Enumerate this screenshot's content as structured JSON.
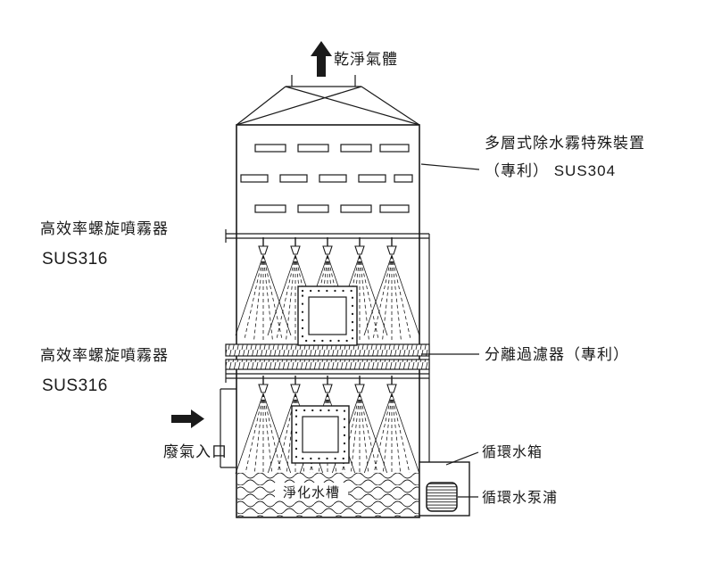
{
  "labels": {
    "clean_gas": "乾淨氣體",
    "demister_line1": "多層式除水霧特殊裝置",
    "demister_line2": "（專利） SUS304",
    "spray_upper_line1": "高效率螺旋噴霧器",
    "spray_upper_line2": "SUS316",
    "spray_lower_line1": "高效率螺旋噴霧器",
    "spray_lower_line2": "SUS316",
    "filter": "分離過濾器（專利）",
    "waste_gas_inlet": "廢氣入口",
    "purification_tank": "淨化水槽",
    "circulation_tank": "循環水箱",
    "circulation_pump": "循環水泵浦"
  },
  "colors": {
    "line": "#1a1a1a",
    "background": "#ffffff"
  }
}
